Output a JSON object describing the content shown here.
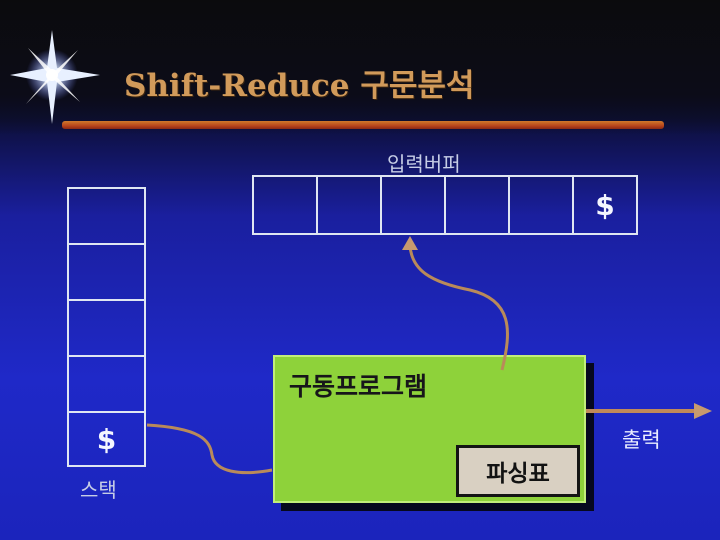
{
  "title": "Shift-Reduce 구문분석",
  "input_buffer": {
    "label": "입력버퍼",
    "cells": [
      "",
      "",
      "",
      "",
      "",
      "$"
    ]
  },
  "stack": {
    "label": "스택",
    "cells": [
      "",
      "",
      "",
      "",
      "$"
    ]
  },
  "driver_program": {
    "label": "구동프로그램",
    "parse_table_label": "파싱표"
  },
  "output_label": "출력",
  "colors": {
    "background": "#1f29c8",
    "title": "#d19a5a",
    "rule": "#b8441c",
    "program_box": "#8ed23a",
    "arrow": "#b98a5a"
  }
}
